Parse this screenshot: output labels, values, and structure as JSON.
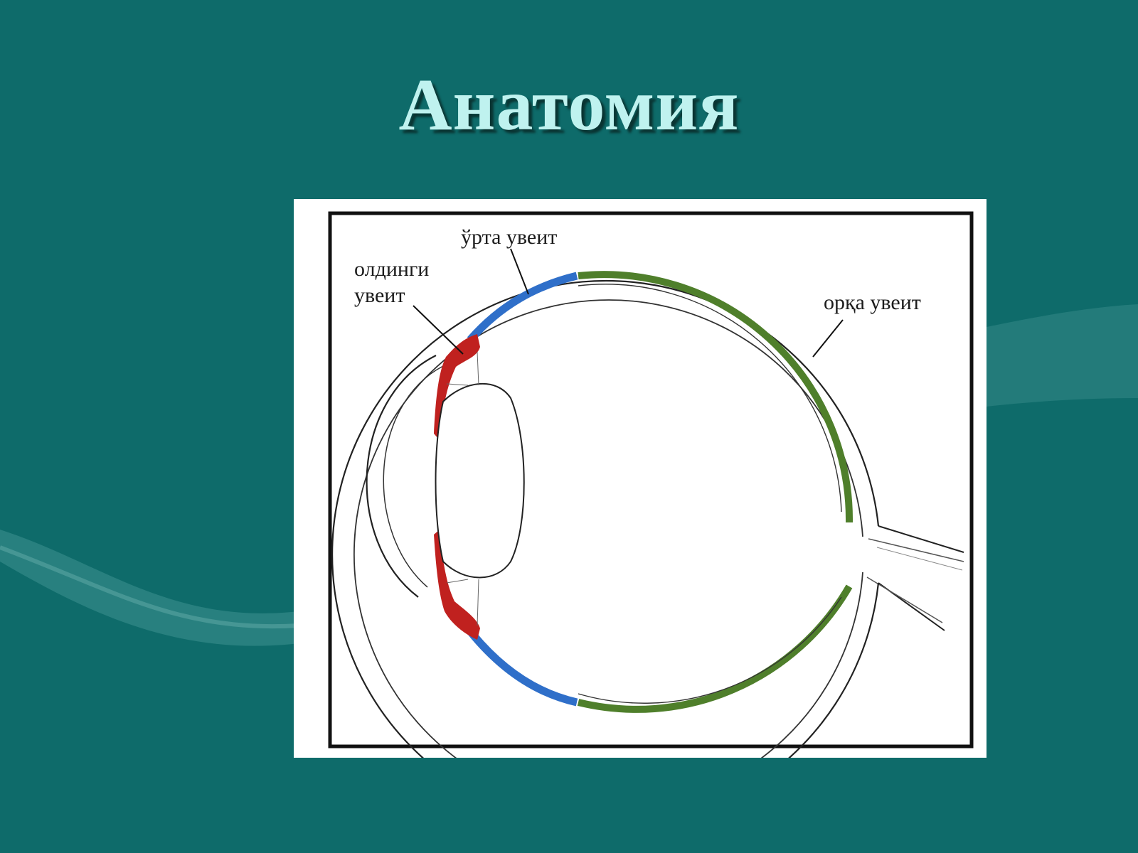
{
  "slide": {
    "title": "Анатомия",
    "background_color": "#0e6b6a",
    "title_color": "#bff2ef"
  },
  "diagram": {
    "labels": {
      "anterior_line1": "олдинги",
      "anterior_line2": "увеит",
      "intermediate": "ўрта увеит",
      "posterior": "орқа увеит"
    },
    "colors": {
      "anterior": "#c0211f",
      "intermediate": "#2f6fc9",
      "posterior": "#4f7f2b"
    }
  }
}
